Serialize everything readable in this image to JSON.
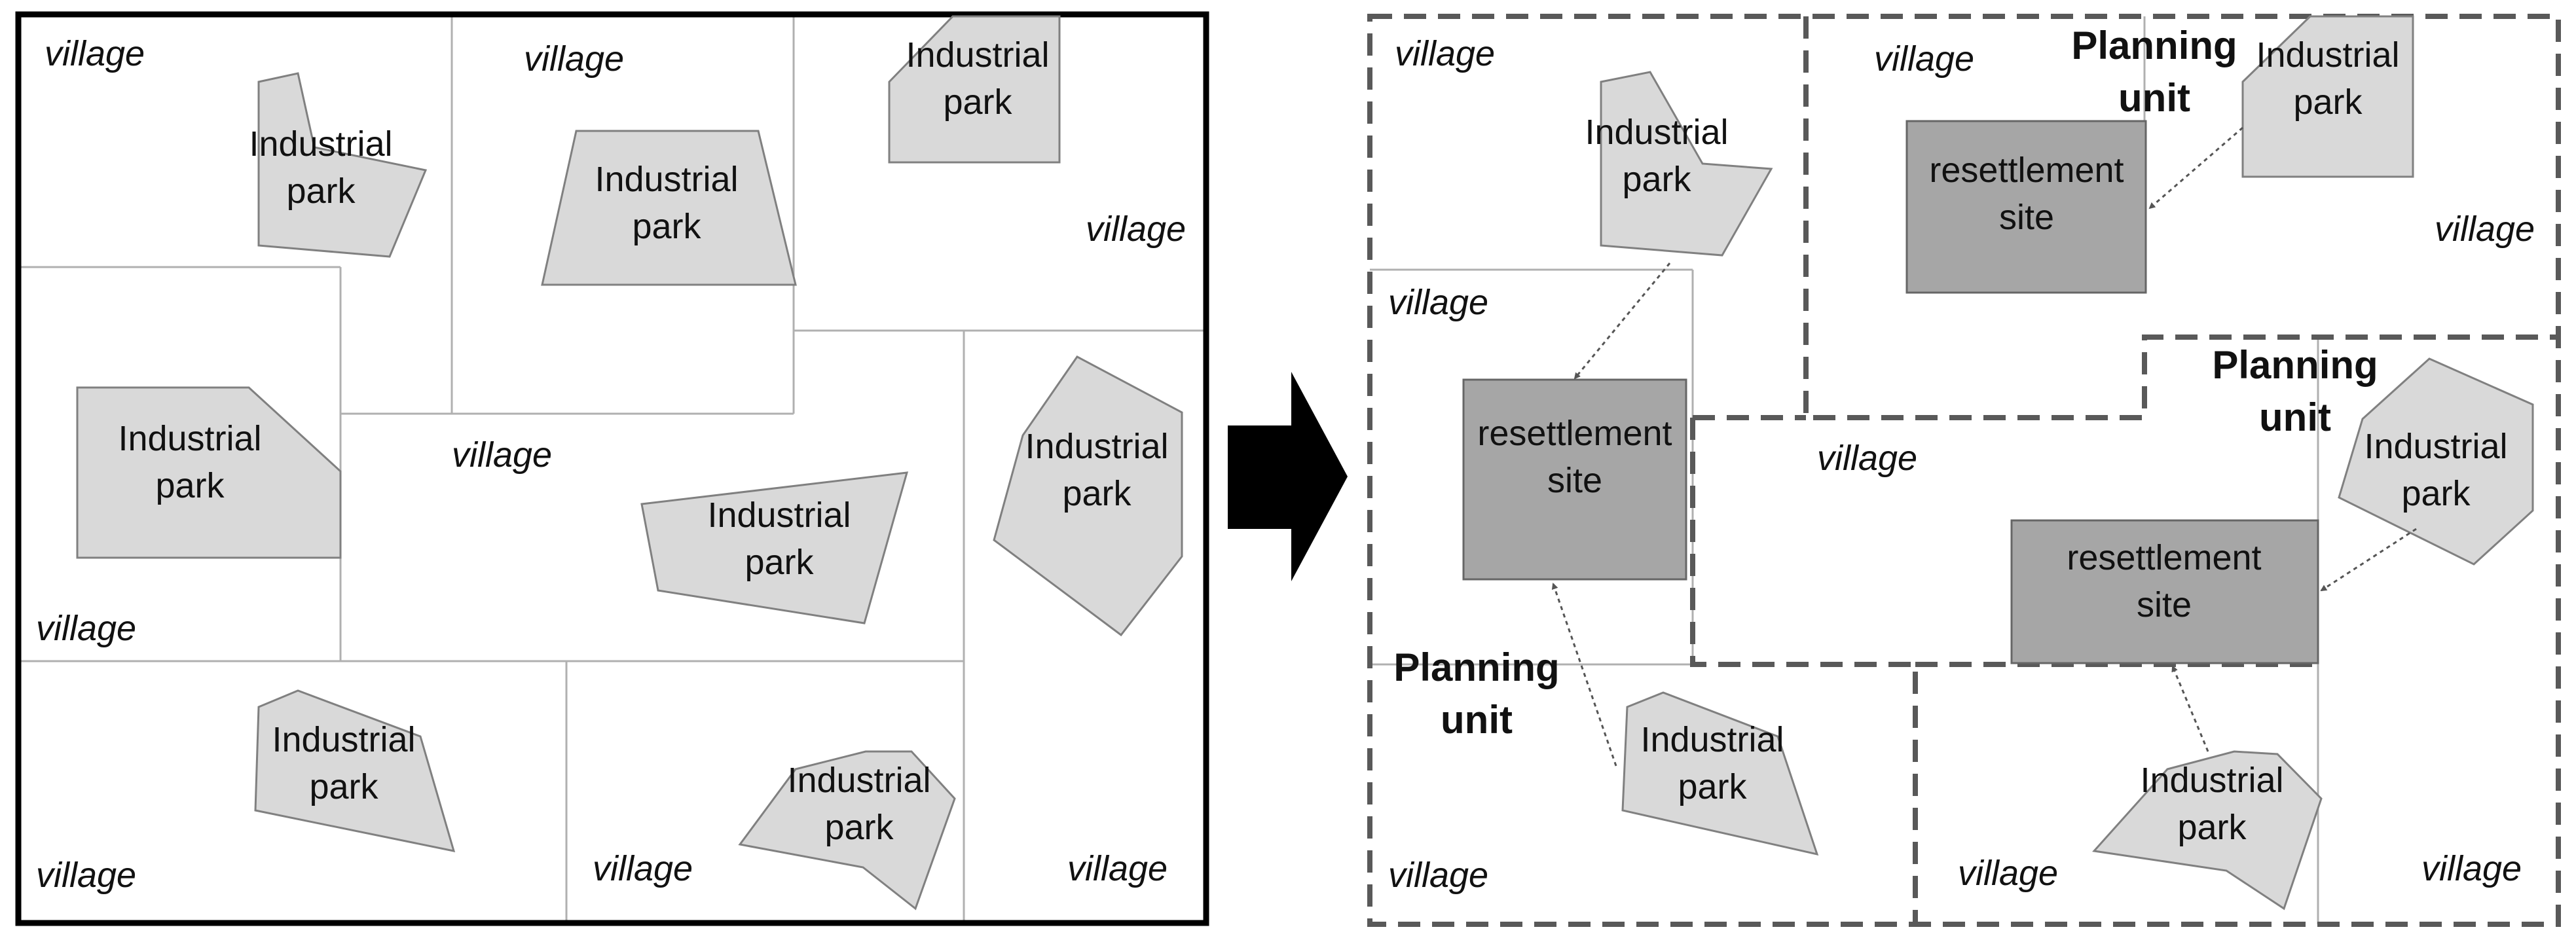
{
  "labels": {
    "village": "village",
    "industrial_park_line1": "Industrial",
    "industrial_park_line2": "park",
    "resettlement_line1": "resettlement",
    "resettlement_line2": "site",
    "planning_line1": "Planning",
    "planning_line2": "unit"
  },
  "colors": {
    "park_fill": "#d9d9d9",
    "resettlement_fill": "#a6a6a6",
    "planning_border": "#595959",
    "arrow": "#000000"
  },
  "arrow_icon": "right-arrow-icon"
}
